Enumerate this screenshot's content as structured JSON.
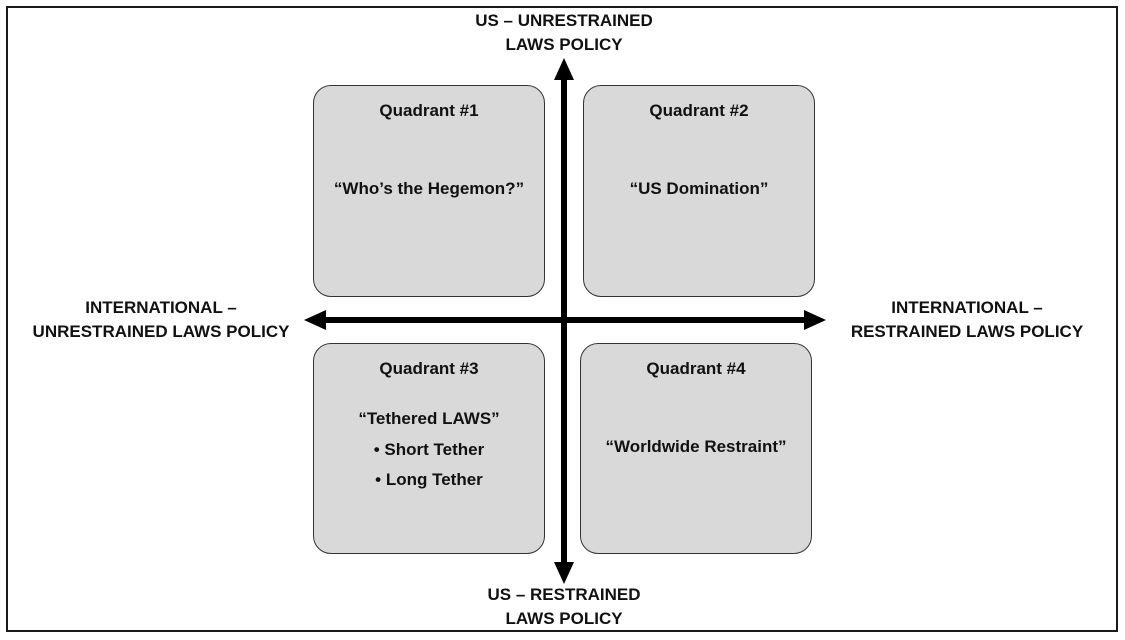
{
  "axes": {
    "top": {
      "line1": "US – UNRESTRAINED",
      "line2": "LAWS POLICY"
    },
    "bottom": {
      "line1": "US – RESTRAINED",
      "line2": "LAWS POLICY"
    },
    "left": {
      "line1": "INTERNATIONAL –",
      "line2": "UNRESTRAINED LAWS POLICY"
    },
    "right": {
      "line1": "INTERNATIONAL –",
      "line2": "RESTRAINED LAWS POLICY"
    }
  },
  "quadrants": [
    {
      "title": "Quadrant #1",
      "name": "“Who’s the Hegemon?”"
    },
    {
      "title": "Quadrant #2",
      "name": "“US Domination”"
    },
    {
      "title": "Quadrant #3",
      "name": "“Tethered LAWS”",
      "bullets": [
        "• Short Tether",
        "• Long Tether"
      ]
    },
    {
      "title": "Quadrant #4",
      "name": "“Worldwide Restraint”"
    }
  ],
  "colors": {
    "quadrant_fill": "#d9d9d9",
    "axis": "#000000"
  }
}
